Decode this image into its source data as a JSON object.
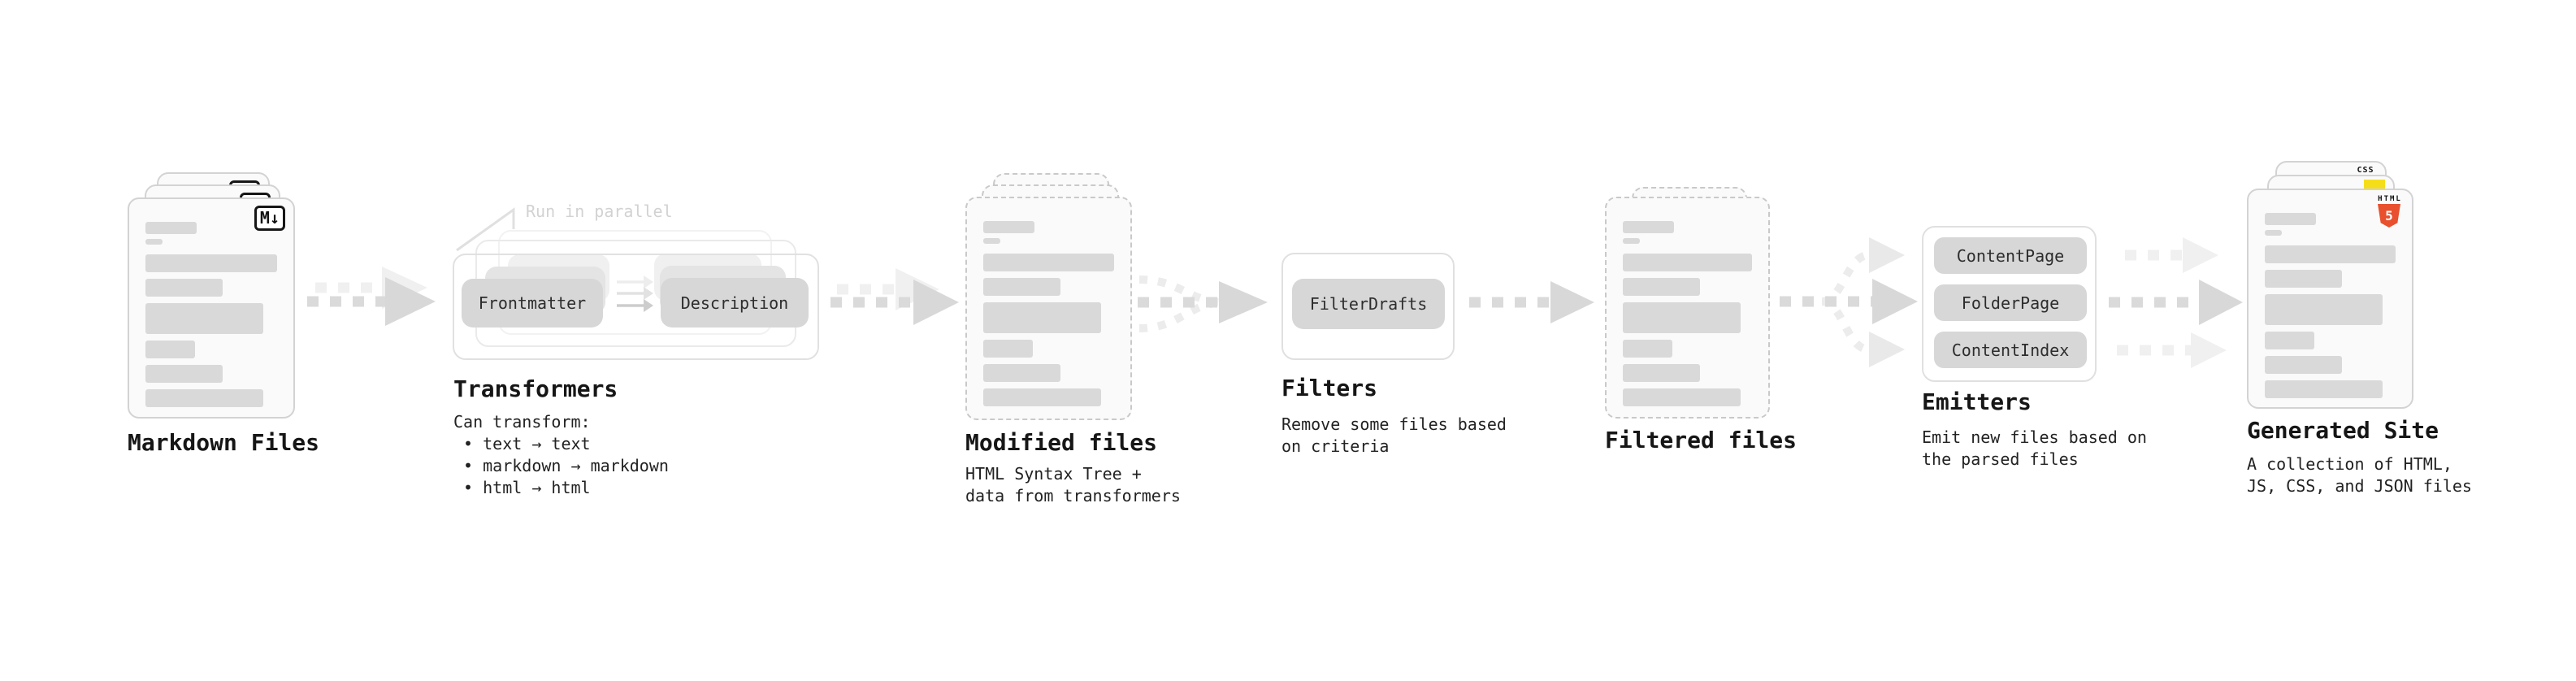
{
  "annotation": {
    "run_in_parallel": "Run in parallel"
  },
  "stages": {
    "markdown": {
      "title": "Markdown Files",
      "badge": "M↓"
    },
    "transformers": {
      "title": "Transformers",
      "description": "Can transform:\n • text → text\n • markdown → markdown\n • html → html",
      "pill_left": "Frontmatter",
      "pill_right": "Description"
    },
    "modified": {
      "title": "Modified files",
      "description": "HTML Syntax Tree +\ndata from transformers"
    },
    "filters": {
      "title": "Filters",
      "description": "Remove some files based\non criteria",
      "pill": "FilterDrafts"
    },
    "filtered": {
      "title": "Filtered files"
    },
    "emitters": {
      "title": "Emitters",
      "description": "Emit new files based on\nthe parsed files",
      "pills": [
        "ContentPage",
        "FolderPage",
        "ContentIndex"
      ]
    },
    "site": {
      "title": "Generated Site",
      "description": "A collection of HTML,\nJS, CSS, and JSON files",
      "badge_css": "CSS",
      "badge_html_top": "HTML",
      "badge_html_num": "5"
    }
  },
  "colors": {
    "arrow_main": "#d8d8d8",
    "arrow_light": "#f0f0f0",
    "curve_light": "#ececec",
    "pill_fill": "#d7d7d7",
    "doc_fill": "#fafafa",
    "bar_fill": "#d9d9d9",
    "annotation_gray": "#d2d2d2",
    "html5_orange": "#e8502e",
    "js_yellow": "#f5de19",
    "css_blue": "#2962e8"
  }
}
